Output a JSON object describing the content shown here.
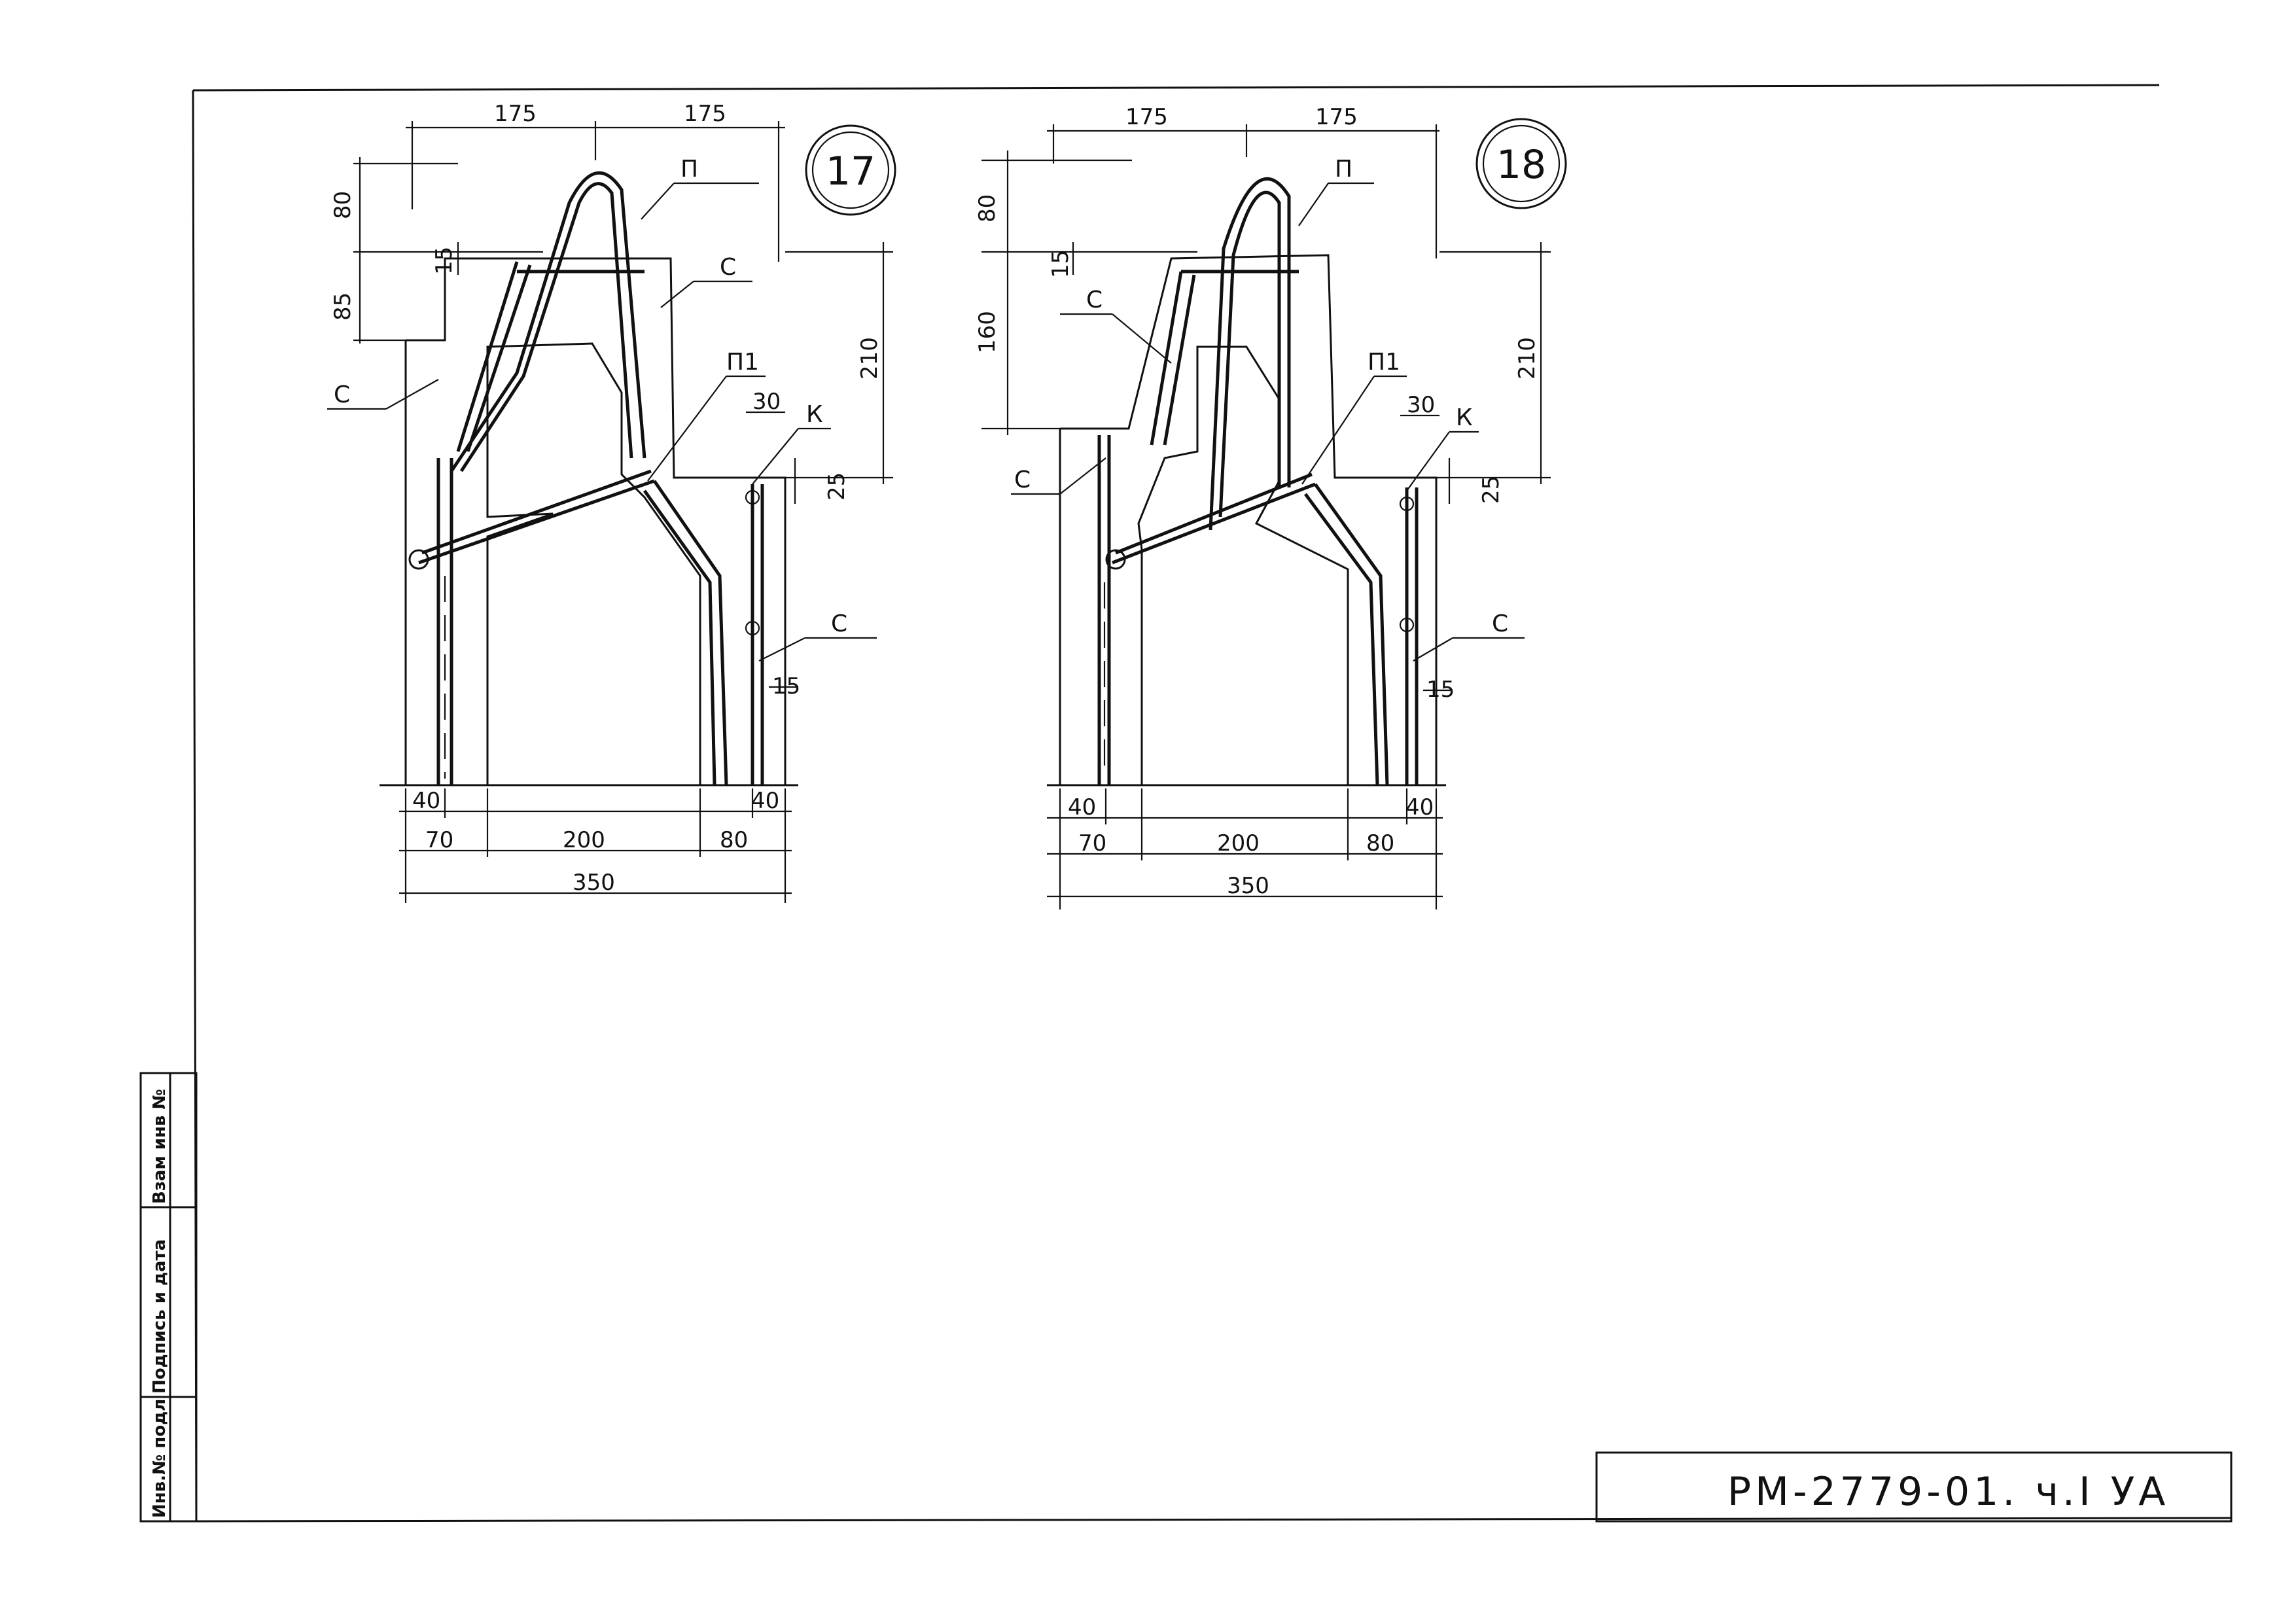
{
  "drawing": {
    "details": [
      {
        "number": "17",
        "dims": {
          "top_left": "175",
          "top_right": "175",
          "left_upper": "80",
          "left_mid": "15",
          "left_lower": "85",
          "right_tall": "210",
          "right_30": "30",
          "right_25": "25",
          "right_15": "15",
          "bottom_40_left": "40",
          "bottom_40_right": "40",
          "bottom_70": "70",
          "bottom_200": "200",
          "bottom_80": "80",
          "bottom_350": "350"
        },
        "labels": {
          "p": "П",
          "p1": "П1",
          "c_top": "С",
          "c_left": "С",
          "c_right": "С",
          "k": "К"
        }
      },
      {
        "number": "18",
        "dims": {
          "top_left": "175",
          "top_right": "175",
          "left_upper": "80",
          "left_mid": "15",
          "left_lower": "160",
          "right_tall": "210",
          "right_30": "30",
          "right_25": "25",
          "right_15": "15",
          "bottom_40_left": "40",
          "bottom_40_right": "40",
          "bottom_70": "70",
          "bottom_200": "200",
          "bottom_80": "80",
          "bottom_350": "350"
        },
        "labels": {
          "p": "П",
          "p1": "П1",
          "c_top": "С",
          "c_left": "С",
          "c_right": "С",
          "k": "К"
        }
      }
    ]
  },
  "side_stamp": {
    "col1": "Инв.№ подл",
    "col2": "Подпись и дата",
    "col3": "Взам инв №"
  },
  "title_block": {
    "code": "РМ-2779-01. ч.I УА"
  }
}
